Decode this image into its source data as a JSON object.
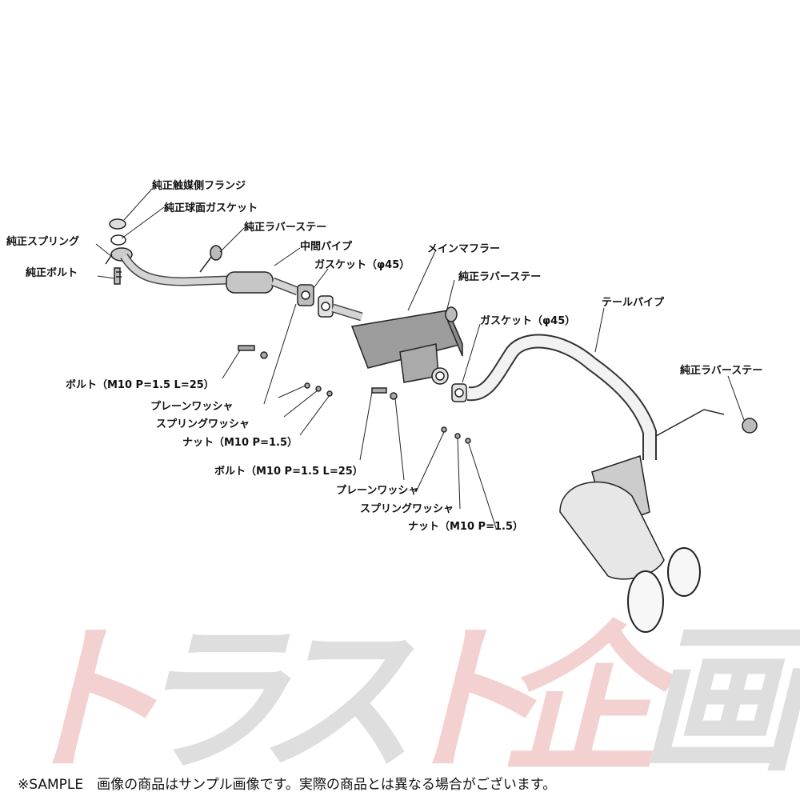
{
  "labels": {
    "cat_flange": "純正触媒側フランジ",
    "ball_gasket": "純正球面ガスケット",
    "spring": "純正スプリング",
    "rubber_stay_1": "純正ラバーステー",
    "bolt_std": "純正ボルト",
    "mid_pipe": "中間パイプ",
    "gasket_1": "ガスケット（φ45）",
    "main_muffler": "メインマフラー",
    "rubber_stay_2": "純正ラバーステー",
    "gasket_2": "ガスケット（φ45）",
    "tail_pipe": "テールパイプ",
    "rubber_stay_3": "純正ラバーステー",
    "bolt_1": "ボルト（M10 P=1.5 L=25）",
    "plain_washer_1": "プレーンワッシャ",
    "spring_washer_1": "スプリングワッシャ",
    "nut_1": "ナット（M10 P=1.5）",
    "bolt_2": "ボルト（M10 P=1.5 L=25）",
    "plain_washer_2": "プレーンワッシャ",
    "spring_washer_2": "スプリングワッシャ",
    "nut_2": "ナット（M10 P=1.5）"
  },
  "watermark": {
    "chars": [
      "ト",
      "ラ",
      "ス",
      "ト",
      "企",
      "画"
    ]
  },
  "footer_note": "※SAMPLE　画像の商品はサンプル画像です。実際の商品とは異なる場合がございます。"
}
